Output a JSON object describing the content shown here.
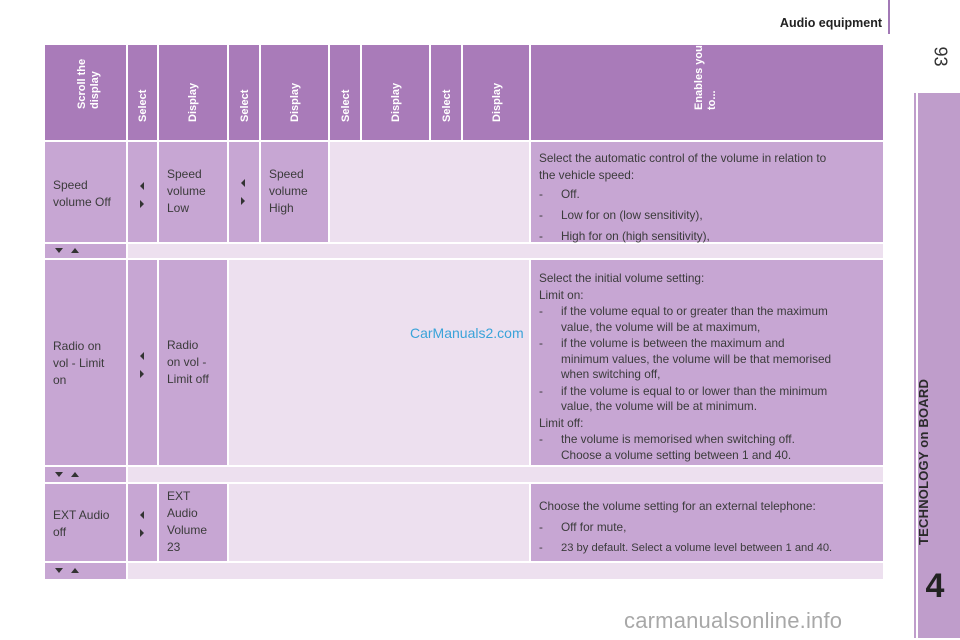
{
  "header": {
    "title": "Audio equipment",
    "page_number": "93"
  },
  "side_tab": {
    "label": "TECHNOLOGY on BOARD",
    "chapter": "4"
  },
  "table": {
    "columns": [
      {
        "line1": "Scroll the",
        "line2": "display"
      },
      {
        "line1": "Select",
        "line2": ""
      },
      {
        "line1": "Display",
        "line2": ""
      },
      {
        "line1": "Select",
        "line2": ""
      },
      {
        "line1": "Display",
        "line2": ""
      },
      {
        "line1": "Select",
        "line2": ""
      },
      {
        "line1": "Display",
        "line2": ""
      },
      {
        "line1": "Select",
        "line2": ""
      },
      {
        "line1": "Display",
        "line2": ""
      },
      {
        "line1": "Enables you",
        "line2": "to..."
      }
    ],
    "rows": [
      {
        "scroll": [
          "Speed",
          "volume Off"
        ],
        "display1": [
          "Speed",
          "volume",
          "Low"
        ],
        "display2": [
          "Speed",
          "volume",
          "High"
        ],
        "desc_intro": [
          "Select the automatic control of the volume in relation to",
          "the vehicle speed:"
        ],
        "items": [
          "Off.",
          "Low for on (low sensitivity),",
          "High for on (high sensitivity),"
        ]
      },
      {
        "scroll": [
          "Radio on",
          "vol - Limit",
          "on"
        ],
        "display1": [
          "Radio",
          "on vol -",
          "Limit off"
        ],
        "desc_intro": [
          "Select the initial volume setting:",
          "Limit on:"
        ],
        "items_on": [
          [
            "if the volume equal to or greater than the maximum",
            "value, the volume will be at maximum,"
          ],
          [
            "if the volume is between the maximum and",
            "minimum values, the volume will be that memorised",
            "when switching off,"
          ],
          [
            "if the volume is equal to or lower than the minimum",
            "value, the volume will be at minimum."
          ]
        ],
        "limit_off": "Limit off:",
        "items_off": [
          [
            "the volume is memorised when switching off.",
            "Choose a volume setting between 1 and 40."
          ]
        ]
      },
      {
        "scroll": [
          "EXT Audio",
          "off"
        ],
        "display1": [
          "EXT",
          "Audio",
          "Volume",
          "23"
        ],
        "desc_intro": "Choose the volume setting for an external telephone:",
        "items": [
          "Off for mute,",
          "23 by default. Select a volume level between 1 and 40."
        ]
      }
    ],
    "dash": "-"
  },
  "watermarks": {
    "middle": "CarManuals2.com",
    "bottom": "carmanualsonline.info"
  }
}
